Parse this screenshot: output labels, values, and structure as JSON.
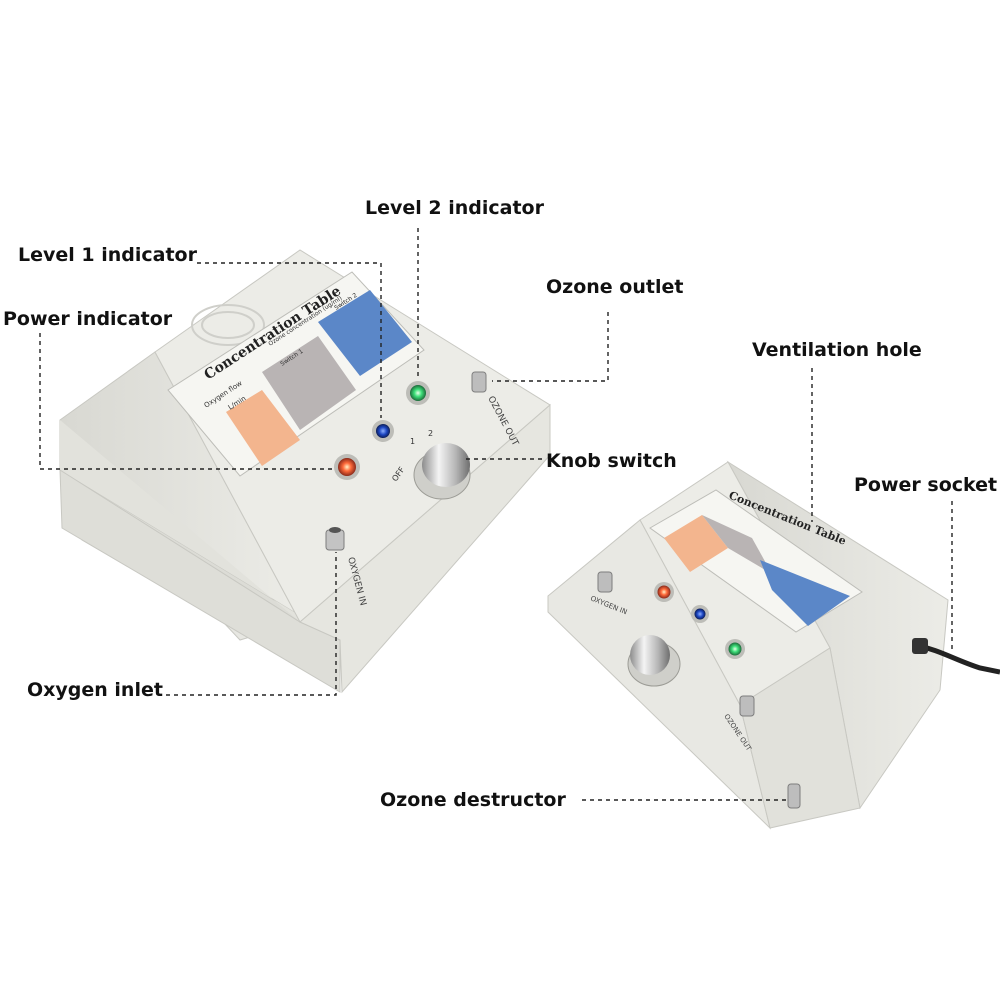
{
  "labels": {
    "level2": "Level 2 indicator",
    "level1": "Level 1 indicator",
    "power_indicator": "Power indicator",
    "ozone_outlet": "Ozone outlet",
    "ventilation_hole": "Ventilation hole",
    "knob_switch": "Knob switch",
    "power_socket": "Power socket",
    "oxygen_inlet": "Oxygen inlet",
    "ozone_destructor": "Ozone destructor"
  },
  "device_text": {
    "table_title": "Concentration Table",
    "oxygen_flow": "Oxygen flow",
    "flow_unit": "L/min",
    "ozone_conc": "Ozone concentration (ug/ml)",
    "switch1": "Switch 1",
    "switch2": "Switch 2",
    "oxygen_in": "OXYGEN IN",
    "ozone_out": "OZONE OUT",
    "off": "OFF",
    "pos1": "1",
    "pos2": "2"
  },
  "colors": {
    "panel": "#e9e9e4",
    "orange_cells": "#f3b58e",
    "gray_cells": "#b9b4b4",
    "blue_cells": "#5b87c8",
    "power_led": "#ff4a2a",
    "level1_led": "#1a44c0",
    "level2_led": "#31e27a"
  }
}
